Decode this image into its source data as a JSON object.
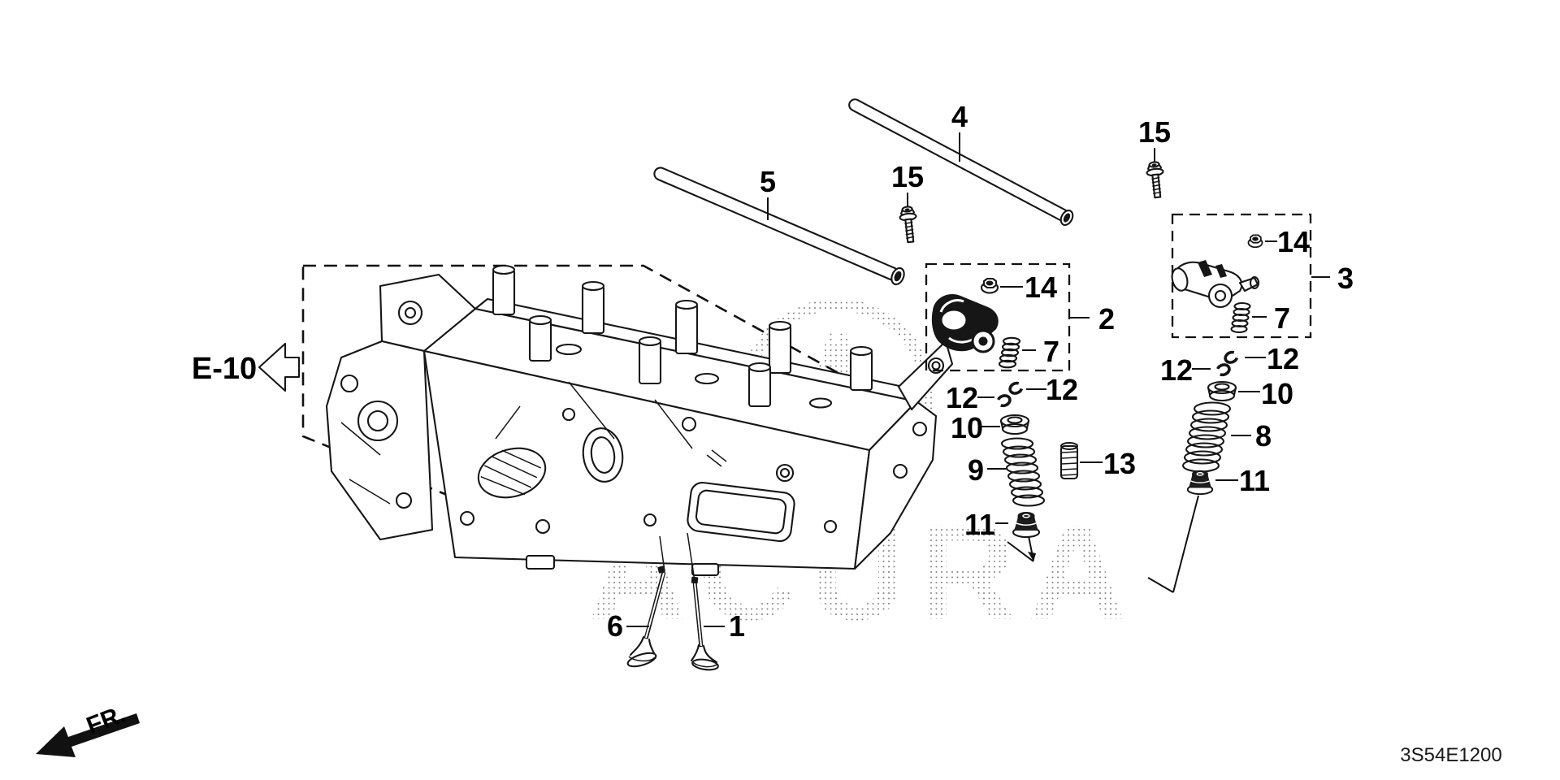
{
  "diagram": {
    "code": "3S54E1200",
    "section_ref": "E-10",
    "front_indicator": "FR.",
    "watermark": "ACURA"
  },
  "parts": {
    "p1": "1",
    "p2": "2",
    "p3": "3",
    "p4": "4",
    "p5": "5",
    "p6": "6",
    "p7": "7",
    "p8": "8",
    "p9": "9",
    "p10": "10",
    "p11": "11",
    "p12": "12",
    "p13": "13",
    "p14": "14",
    "p15": "15"
  }
}
